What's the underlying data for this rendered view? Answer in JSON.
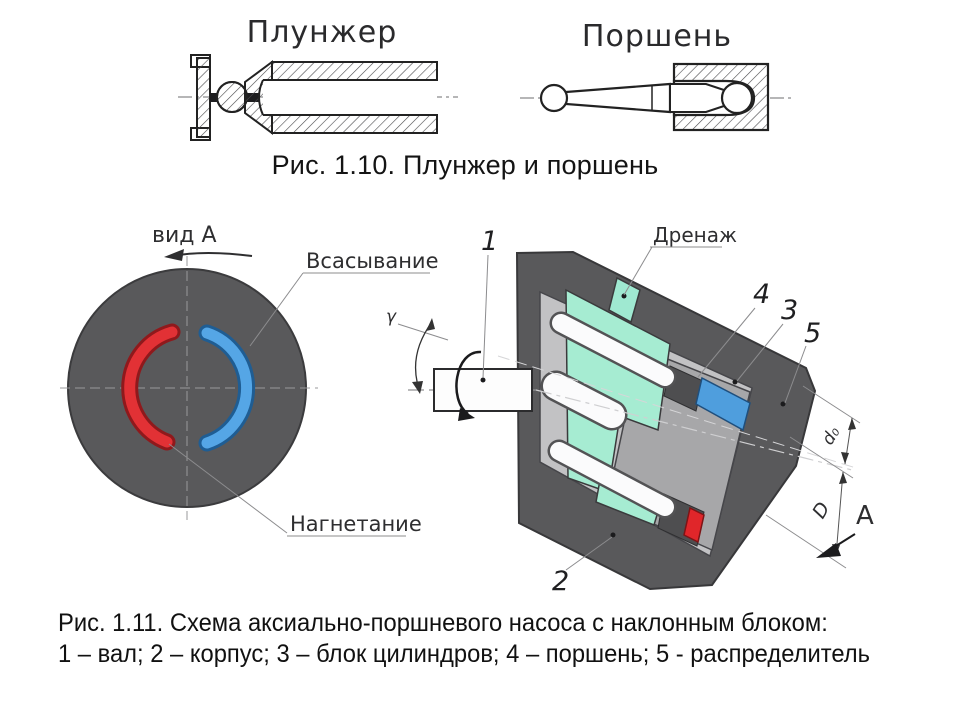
{
  "slide": {
    "background": "#ffffff"
  },
  "figure_1_10": {
    "caption": "Рис. 1.10. Плунжер и поршень",
    "plunger_label": "Плунжер",
    "piston_label": "Поршень"
  },
  "valve_view": {
    "view_label": "вид А",
    "suction_label": "Всасывание",
    "discharge_label": "Нагнетание",
    "colors": {
      "disc": "#59595b",
      "suction_arc": "#55a6e6",
      "discharge_arc": "#e23135"
    }
  },
  "pump": {
    "drain_label": "Дренаж",
    "angle_label": "γ",
    "view_arrow_label": "A",
    "dim_labels": {
      "piston_diameter": "d₀",
      "pitch_diameter": "D"
    },
    "callouts": {
      "shaft": "1",
      "housing": "2",
      "cylinder_block": "3",
      "piston": "4",
      "valve_plate": "5"
    },
    "colors": {
      "housing": "#59595b",
      "cavity": "#c2c2c4",
      "block": "#a7a7a9",
      "cylinder_block": "#a6ecd2",
      "drain": "#9fe9d1",
      "suction_port": "#4f9edd",
      "discharge_port": "#e0262a",
      "pocket": "#4e4e50"
    }
  },
  "figure_1_11": {
    "caption_line1": "Рис. 1.11. Схема аксиально-поршневого насоса с наклонным блоком:",
    "caption_line2": "1 – вал; 2 – корпус; 3 – блок цилиндров; 4 – поршень; 5 - распределитель"
  }
}
